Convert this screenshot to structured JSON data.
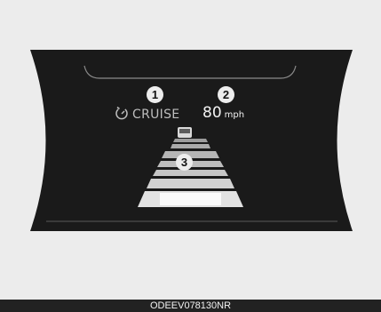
{
  "cluster": {
    "markers": [
      "1",
      "2",
      "3"
    ],
    "cruise_icon": "cruise-speedometer-icon",
    "cruise_label": "CRUISE",
    "speed_value": "80",
    "speed_unit": "mph",
    "lane_graphic": "lead-vehicle-distance-icon"
  },
  "caption": "ODEEV078130NR",
  "colors": {
    "background": "#ececec",
    "display": "#1a1a1a",
    "text_dim": "#bdbdbd",
    "text_bright": "#f2f2f2",
    "caption_bar": "#222222"
  }
}
